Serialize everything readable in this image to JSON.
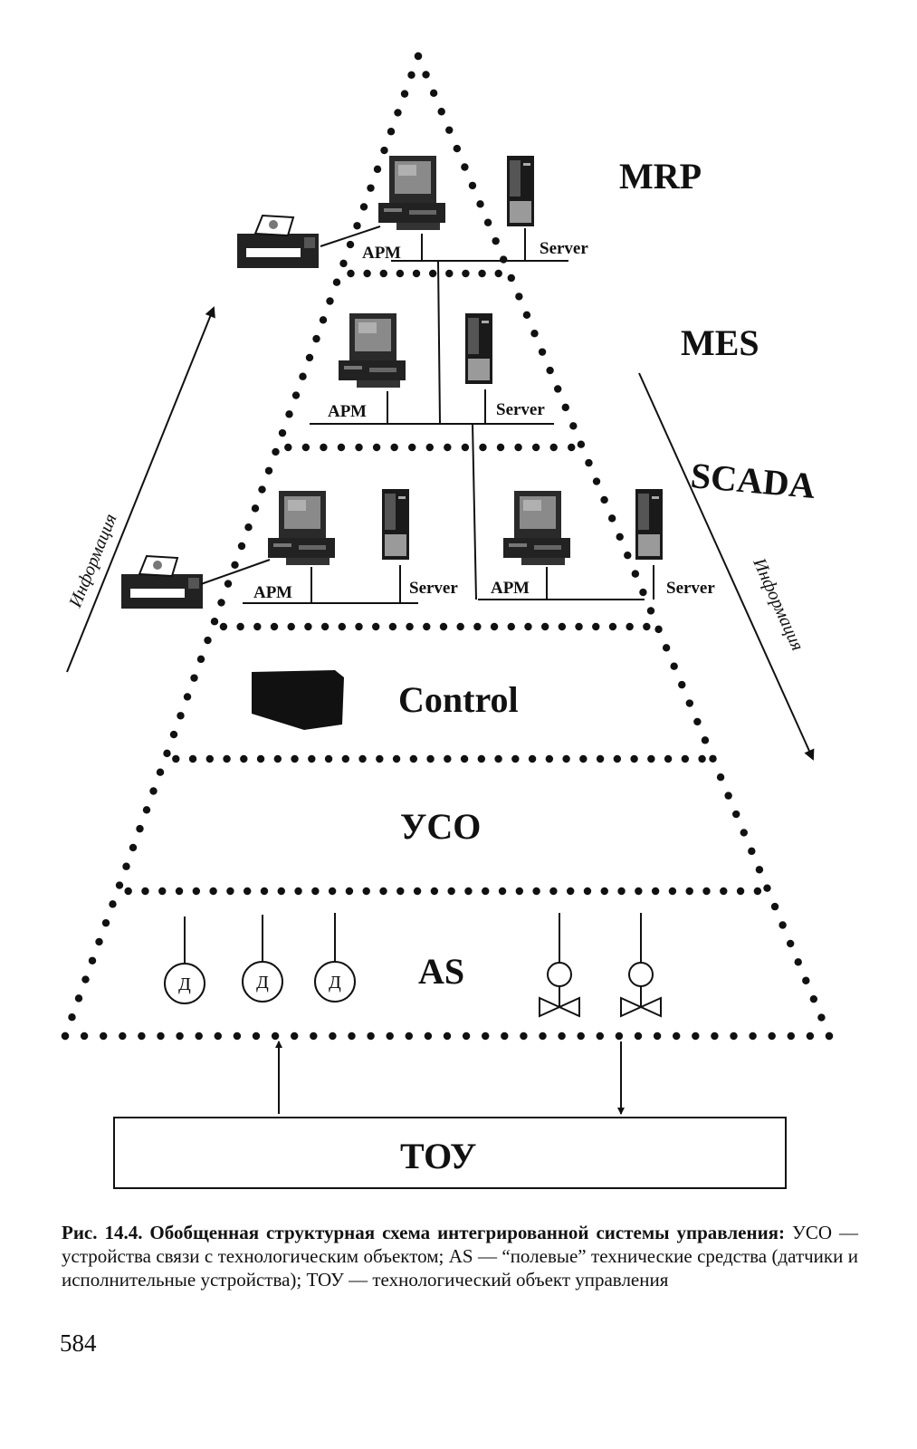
{
  "levels": {
    "mrp": "MRP",
    "mes": "MES",
    "scada": "SCADA",
    "control": "Control",
    "uso": "УСО",
    "as": "AS"
  },
  "nodes": {
    "arm": "АРМ",
    "server": "Server",
    "sensor": "Д"
  },
  "plant": "ТОУ",
  "arrows": {
    "left_info": "Информация",
    "right_info": "Информация"
  },
  "caption": {
    "title": "Рис. 14.4. Обобщенная структурная схема интегрированной системы управления:",
    "body": "УСО — устройства связи с технологическим объектом; AS — “полевые” технические средства (датчики и исполнительные устройства); ТОУ — технологический объект управления"
  },
  "page_number": "584"
}
